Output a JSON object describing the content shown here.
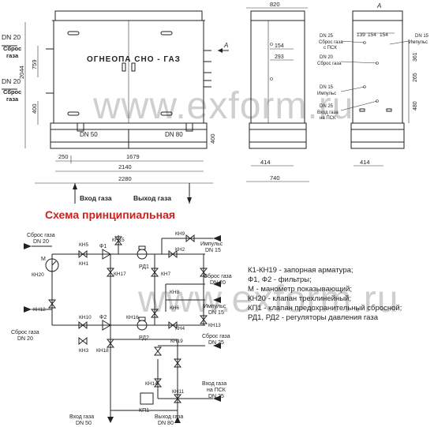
{
  "front_view": {
    "sign": "ОГНЕОПА СНО - ГАЗ",
    "view_arrow": "A",
    "left_labels": {
      "dn20_top": "DN 20",
      "sbros_top_1": "Сброс",
      "sbros_top_2": "газа",
      "dn20_bottom": "DN 20",
      "sbros_bottom_1": "Сброс",
      "sbros_bottom_2": "газа"
    },
    "dims": {
      "d759": "759",
      "d2044": "2044",
      "d400": "400",
      "d400r": "400",
      "d250": "250",
      "d1679": "1679",
      "d2140": "2140",
      "d2280": "2280"
    },
    "dn50": "DN 50",
    "dn80": "DN 80",
    "inlet": "Вход газа",
    "outlet": "Выход газа"
  },
  "side_view": {
    "d820": "820",
    "d414a": "414",
    "d740": "740",
    "d154": "154",
    "d293": "293"
  },
  "back_view": {
    "title": "A",
    "d139": "139",
    "d154a": "154",
    "d154b": "154",
    "d361": "361",
    "d265": "265",
    "d480": "480",
    "d414": "414",
    "labels": {
      "dn25_1": "DN 25",
      "sbros_psk_1": "Сброс газа",
      "sbros_psk_2": "с ПСК",
      "dn20": "DN 20",
      "sbros_gaza": "Сброс газа",
      "dn15": "DN 15",
      "impuls": "Импульс",
      "dn25_2": "DN 25",
      "vhod_psk_1": "Вход газа",
      "vhod_psk_2": "на ПСК",
      "dn15_top": "DN 15",
      "impuls_top": "Импульс"
    }
  },
  "schematic": {
    "title": "Схема принципиальная",
    "labels": {
      "sbros_dn20_a": "Сброс газа",
      "sbros_dn20_a2": "DN 20",
      "sbros_dn20_b": "Сброс газа",
      "sbros_dn20_b2": "DN 20",
      "sbros_dn20_c": "Сброс газа",
      "sbros_dn20_c2": "DN 20",
      "impuls_dn15_a": "Импульс",
      "impuls_dn15_a2": "DN 15",
      "impuls_dn15_b": "Импульс",
      "impuls_dn15_b2": "DN 15",
      "sbros_dn25": "Сброс газа",
      "sbros_dn25_2": "DN 25",
      "vhod_psk": "Вход газа",
      "vhod_psk_2": "на ПСК",
      "vhod_psk_3": "DN 25",
      "vhod_dn50": "Вход газа",
      "vhod_dn50_2": "DN 50",
      "vyhod_dn80": "Выход газа",
      "vyhod_dn80_2": "DN 80",
      "M": "M",
      "F1": "Ф1",
      "F2": "Ф2",
      "RD1": "РД1",
      "RD2": "РД2",
      "KP1": "КП1"
    },
    "valves": [
      "КН1",
      "КН2",
      "КН3",
      "КН4",
      "КН5",
      "КН6",
      "КН7",
      "КН8",
      "КН9",
      "КН10",
      "КН11",
      "КН12",
      "КН13",
      "КН14",
      "КН15",
      "КН16",
      "КН17",
      "КН18",
      "КН19",
      "КН20"
    ]
  },
  "legend": [
    "К1-КН19 - запорная арматура;",
    "Ф1,  Ф2 - фильтры;",
    "М - манометр показывающий;",
    "КН20 - клапан трехлинейный;",
    "КП1 - клапан предохранительный сбросной;",
    "РД1, РД2 - регуляторы давления газа"
  ],
  "watermark": "www.exform.ru"
}
